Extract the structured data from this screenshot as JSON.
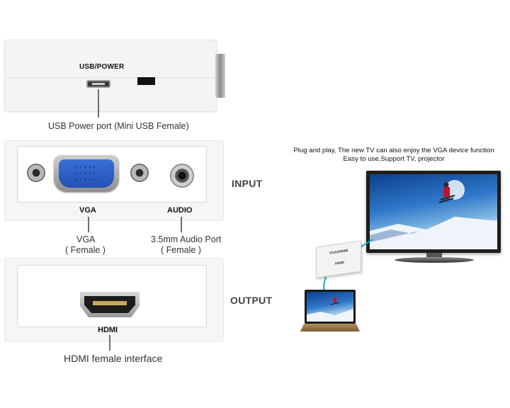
{
  "usb_panel": {
    "port_label": "USB/POWER",
    "caption": "USB Power port (Mini USB Female)"
  },
  "input_panel": {
    "title": "INPUT",
    "vga_label": "VGA",
    "audio_label": "AUDIO",
    "vga_caption_line1": "VGA",
    "vga_caption_line2": "( Female )",
    "audio_caption_line1": "3.5mm Audio Port",
    "audio_caption_line2": "( Female )"
  },
  "output_panel": {
    "title": "OUTPUT",
    "hdmi_label": "HDMI",
    "caption": "HDMI female interface"
  },
  "illustration": {
    "line1": "Plug and play, The new TV can also enjoy the VGA device function",
    "line2": "Easy to use,Support TV, projector",
    "adapter_tag_1": "VGA2HDMI",
    "adapter_tag_2": "HDMI",
    "cable_color": "#1aa6c9"
  }
}
